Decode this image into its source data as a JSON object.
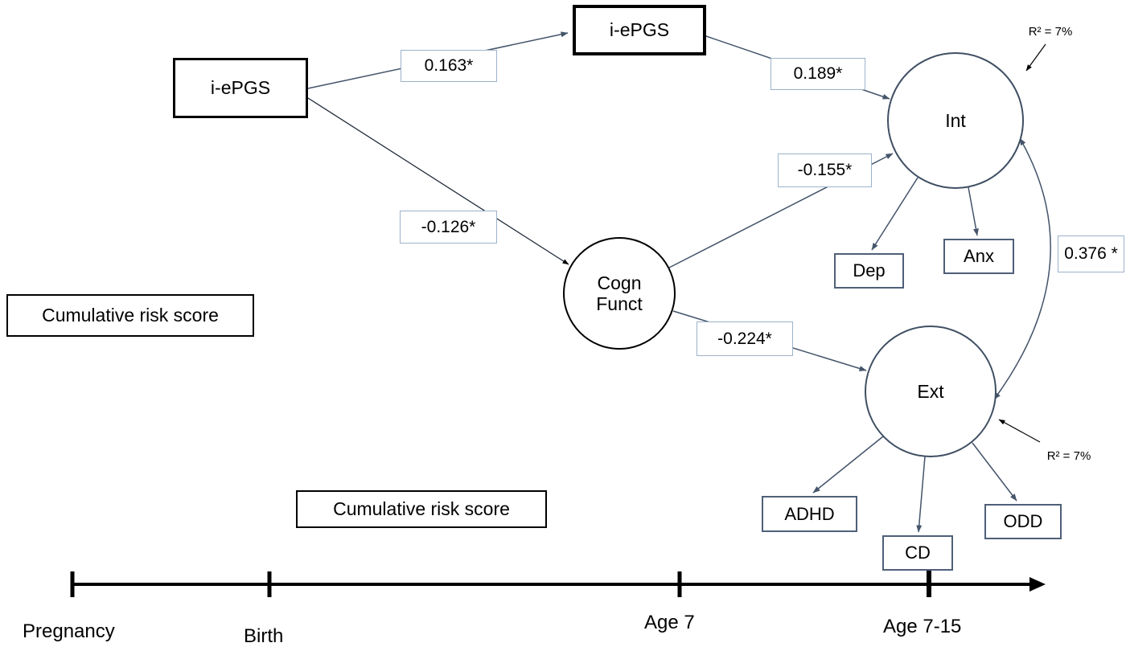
{
  "diagram": {
    "nodes": {
      "iepgs_left": "i-ePGS",
      "iepgs_top": "i-ePGS",
      "cumulative_risk_left": "Cumulative risk score",
      "cumulative_risk_bottom": "Cumulative risk score",
      "cogn_funct": "Cogn Funct",
      "int": "Int",
      "ext": "Ext",
      "dep": "Dep",
      "anx": "Anx",
      "adhd": "ADHD",
      "cd": "CD",
      "odd": "ODD"
    },
    "coefficients": {
      "iepgs_to_iepgs": "0.163*",
      "iepgs_to_int": "0.189*",
      "cogn_to_int": "-0.155*",
      "iepgs_to_cogn": "-0.126*",
      "cogn_to_ext": "-0.224*",
      "int_ext_covariance": "0.376 *"
    },
    "annotations": {
      "r2_int": "R² = 7%",
      "r2_ext": "R² = 7%"
    },
    "timeline": {
      "pregnancy": "Pregnancy",
      "birth": "Birth",
      "age7": "Age 7",
      "age715": "Age 7-15"
    },
    "colors": {
      "node_border": "#000000",
      "latent_border": "#3f4f63",
      "outcome_border": "#4f5f78",
      "coef_border": "#9db2ca",
      "arrow": "#44546a"
    }
  }
}
